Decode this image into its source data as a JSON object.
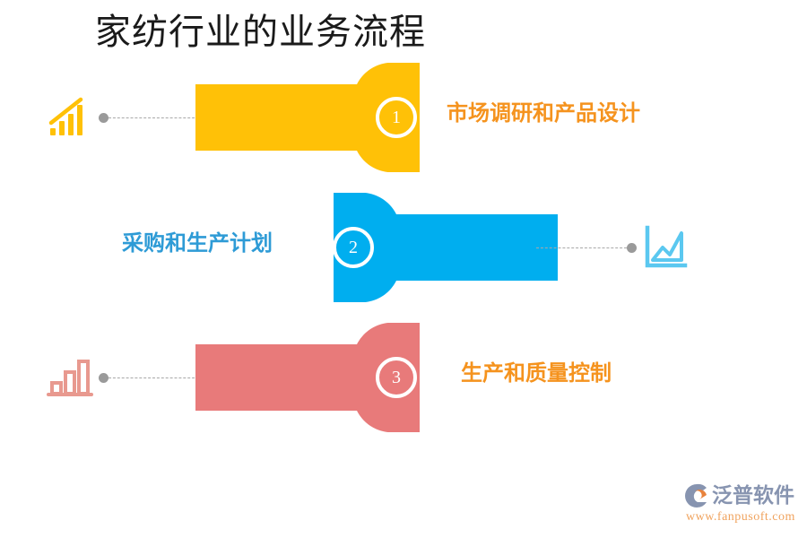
{
  "page": {
    "title": "家纺行业的业务流程",
    "background": "#ffffff"
  },
  "colors": {
    "step1": "#FFC107",
    "step2": "#00AEEF",
    "step3": "#E87A7A",
    "label_orange": "#F5931E",
    "label_blue": "#2E9BD6",
    "connector_gray": "#a8a8a8",
    "title_black": "#1a1a1a"
  },
  "steps": [
    {
      "number": "1",
      "label": "市场调研和产品设计",
      "color": "#FFC107",
      "label_color": "#F5931E",
      "direction": "right",
      "icon": "bar-chart-growth-icon",
      "icon_side": "left"
    },
    {
      "number": "2",
      "label": "采购和生产计划",
      "color": "#00AEEF",
      "label_color": "#2E9BD6",
      "direction": "left",
      "icon": "line-chart-icon",
      "icon_side": "right"
    },
    {
      "number": "3",
      "label": "生产和质量控制",
      "color": "#E87A7A",
      "label_color": "#F5931E",
      "direction": "right",
      "icon": "bar-chart-icon",
      "icon_side": "left"
    }
  ],
  "footer": {
    "brand": "泛普软件",
    "url": "www.fanpusoft.com",
    "brand_color": "#8794B0",
    "url_color": "#F0A35E",
    "logo_icon": "fanpu-swoosh-logo-icon"
  }
}
